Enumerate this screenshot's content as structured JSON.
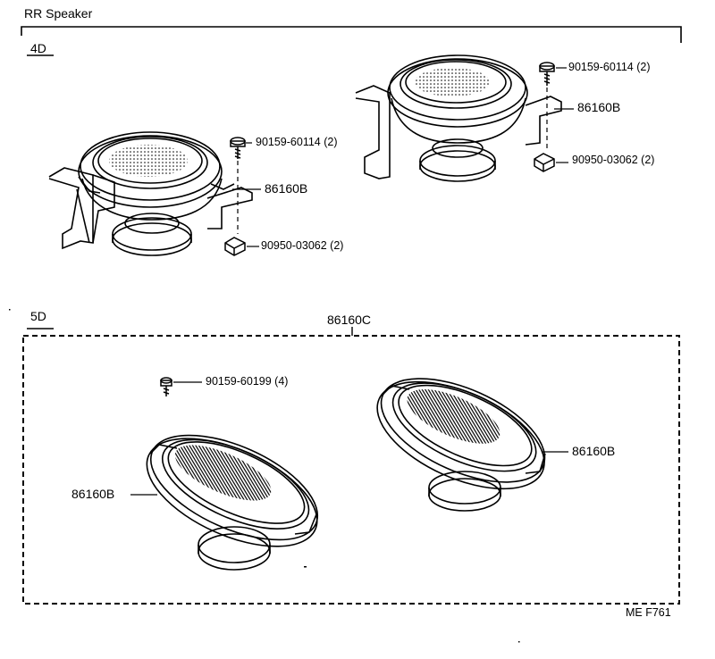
{
  "title": "RR Speaker",
  "sections": {
    "four_door": {
      "label": "4D",
      "left_assembly": {
        "screw": "90159-60114 (2)",
        "speaker": "86160B",
        "nut": "90950-03062 (2)"
      },
      "right_assembly": {
        "screw": "90159-60114 (2)",
        "speaker": "86160B",
        "nut": "90950-03062 (2)"
      }
    },
    "five_door": {
      "label": "5D",
      "kit": "86160C",
      "screw": "90159-60199 (4)",
      "left_speaker": "86160B",
      "right_speaker": "86160B"
    }
  },
  "footer_code": "ME F761"
}
